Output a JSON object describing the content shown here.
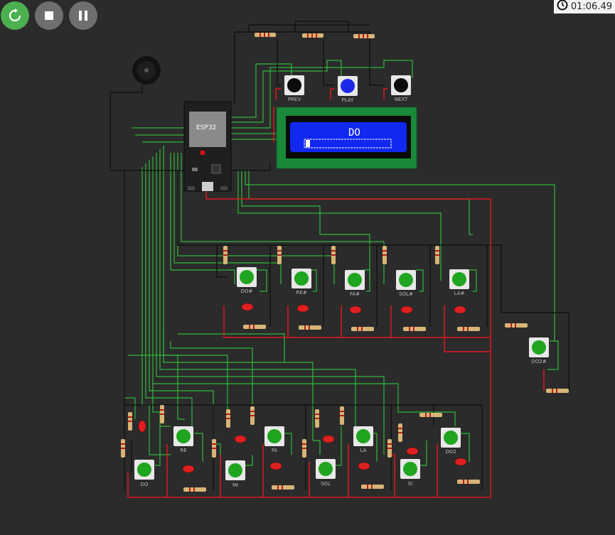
{
  "toolbar": {
    "restart": {
      "icon": "restart-icon",
      "color": "#4caf50"
    },
    "stop": {
      "icon": "stop-icon",
      "color": "#6f6f6f"
    },
    "pause": {
      "icon": "pause-icon",
      "color": "#6f6f6f"
    }
  },
  "timer": {
    "icon": "clock-icon",
    "value": "01:06.49"
  },
  "lcd": {
    "text": "DO",
    "bg": "#1028f0"
  },
  "mcu": {
    "label": "ESP32"
  },
  "colors": {
    "wire_green": "#2fb83a",
    "wire_red": "#e0181f",
    "wire_black": "#0d0d0d",
    "button_green": "#1fa51f",
    "led_red": "#e02020"
  },
  "buttons": [
    {
      "label": "PREV",
      "cap": "black"
    },
    {
      "label": "PLAY",
      "cap": "blue"
    },
    {
      "label": "NEXT",
      "cap": "black"
    },
    {
      "label": "DO#",
      "cap": "green"
    },
    {
      "label": "RE#",
      "cap": "green"
    },
    {
      "label": "FA#",
      "cap": "green"
    },
    {
      "label": "SOL#",
      "cap": "green"
    },
    {
      "label": "LA#",
      "cap": "green"
    },
    {
      "label": "DO2#",
      "cap": "green"
    },
    {
      "label": "DO",
      "cap": "green"
    },
    {
      "label": "RE",
      "cap": "green"
    },
    {
      "label": "MI",
      "cap": "green"
    },
    {
      "label": "FA",
      "cap": "green"
    },
    {
      "label": "SOL",
      "cap": "green"
    },
    {
      "label": "LA",
      "cap": "green"
    },
    {
      "label": "SI",
      "cap": "green"
    },
    {
      "label": "DO2",
      "cap": "green"
    }
  ]
}
